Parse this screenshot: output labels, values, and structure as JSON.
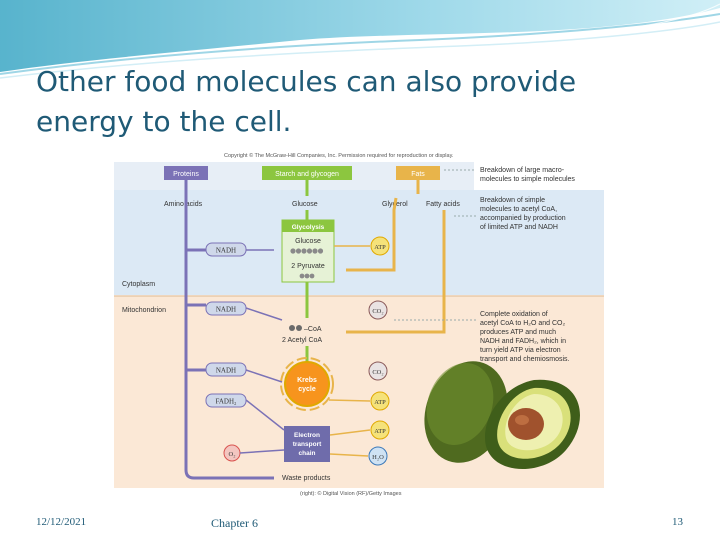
{
  "slide": {
    "title": "Other food molecules can also provide energy to the cell.",
    "footer": {
      "date": "12/12/2021",
      "chapter": "Chapter 6",
      "page": "13"
    }
  },
  "colors": {
    "title": "#1f5a76",
    "protein_path": "#7b72b6",
    "carb_path": "#8cc63f",
    "fat_path": "#e8b44a",
    "cytoplasm_bg": "#dce9f5",
    "mitochondrion_bg": "#fbe8d6"
  },
  "figure": {
    "copyright": "Copyright © The McGraw-Hill Companies, Inc. Permission required for reproduction or display.",
    "sources": {
      "proteins": "Proteins",
      "starch": "Starch and glycogen",
      "fats": "Fats"
    },
    "monomers": {
      "amino_acids": "Amino acids",
      "glucose": "Glucose",
      "glycerol": "Glycerol",
      "fatty_acids": "Fatty acids"
    },
    "glycolysis": {
      "title": "Glycolysis",
      "glucose": "Glucose",
      "pyruvate": "2 Pyruvate"
    },
    "regions": {
      "cytoplasm": "Cytoplasm",
      "mitochondrion": "Mitochondrion"
    },
    "acetyl": {
      "coa": "–CoA",
      "label": "2 Acetyl CoA"
    },
    "krebs": {
      "line1": "Krebs",
      "line2": "cycle"
    },
    "etc": {
      "line1": "Electron",
      "line2": "transport",
      "line3": "chain"
    },
    "molecules": {
      "nadh": "NADH",
      "fadh2": "FADH₂",
      "atp": "ATP",
      "co2": "CO₂",
      "o2": "O₂",
      "h2o": "H₂O"
    },
    "waste": "Waste products",
    "notes": {
      "note1_l1": "Breakdown of large macro-",
      "note1_l2": "molecules to simple molecules",
      "note2_l1": "Breakdown of simple",
      "note2_l2": "molecules to acetyl CoA,",
      "note2_l3": "accompanied by production",
      "note2_l4": "of limited ATP and NADH",
      "note3_l1": "Complete oxidation of",
      "note3_l2": "acetyl CoA to H₂O and CO₂",
      "note3_l3": "produces ATP and much",
      "note3_l4": "NADH and FADH₂, which in",
      "note3_l5": "turn yield ATP via electron",
      "note3_l6": "transport and chemiosmosis."
    },
    "photo_credit": "(right): © Digital Vision (RF)/Getty Images"
  }
}
